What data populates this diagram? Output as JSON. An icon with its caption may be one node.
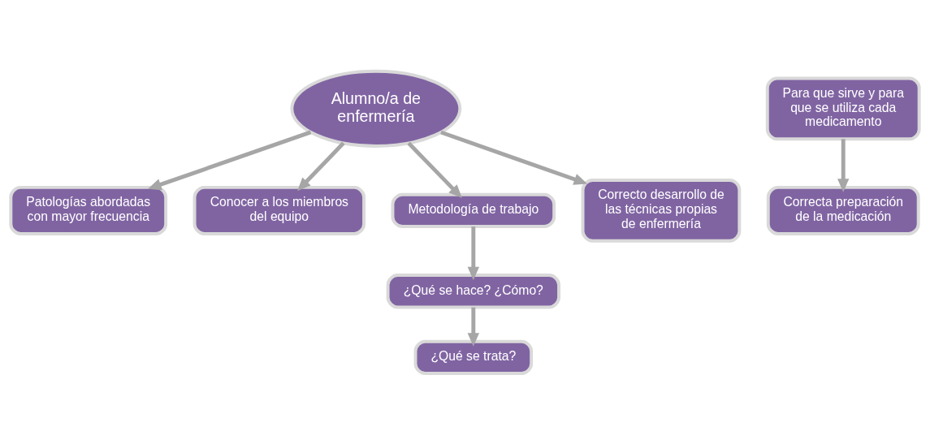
{
  "diagram": {
    "nodes": [
      {
        "text": [
          "Patologías abordadas con mayor frecuencia"
        ]
      },
      {
        "text": [
          "Conocer a los miembros del equipo"
        ]
      },
      {
        "text": [
          "Metodología de trabajo"
        ]
      },
      {
        "text": [
          "Correcto desarrollo de las técnicas propias de enfermería"
        ]
      },
      {
        "text": [
          "Alumno/a de enfermería"
        ]
      },
      {
        "text": [
          "¿Qué se hace? ¿Cómo?"
        ]
      },
      {
        "text": [
          "Para que sirve y para que se utiliza cada medicamento"
        ]
      },
      {
        "text": [
          "Correcta preparación de la medicación"
        ]
      },
      {
        "text": [
          "¿Qué se trata?"
        ]
      }
    ],
    "edges": [
      {
        "from": 4,
        "to": 0,
        "arrow": "to"
      },
      {
        "from": 4,
        "to": 1,
        "arrow": "to"
      },
      {
        "from": 4,
        "to": 2,
        "arrow": "to"
      },
      {
        "from": 4,
        "to": 3,
        "arrow": "to"
      },
      {
        "from": 2,
        "to": 5,
        "arrow": "to"
      },
      {
        "from": 5,
        "to": 8,
        "arrow": "to"
      },
      {
        "from": 6,
        "to": 7,
        "arrow": "to"
      }
    ]
  }
}
